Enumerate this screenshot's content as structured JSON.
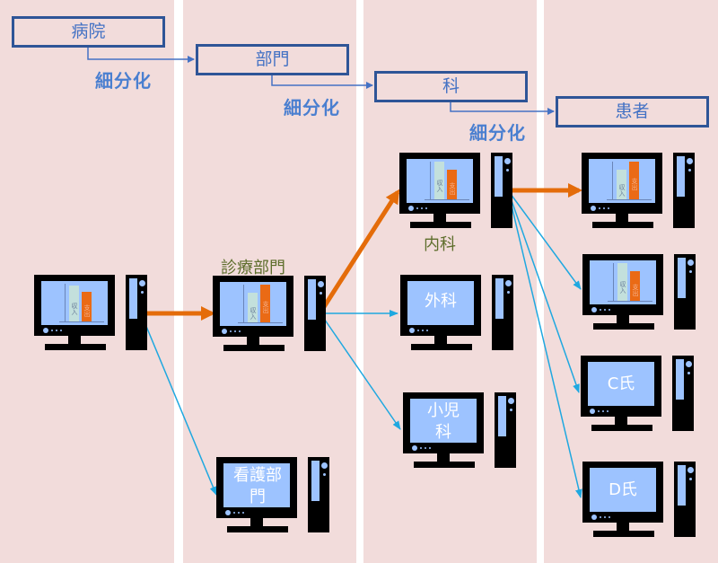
{
  "hierarchy": {
    "levels": [
      {
        "label": "病院"
      },
      {
        "label": "部門"
      },
      {
        "label": "科"
      },
      {
        "label": "患者"
      }
    ],
    "subdivide_label": "細分化"
  },
  "chart_legend": {
    "income_label": "収入",
    "expense_label": "支出"
  },
  "nodes": {
    "hospital": {
      "caption": ""
    },
    "clinical_dept": {
      "caption": "診療部門"
    },
    "nursing_dept": {
      "label": "看護部門"
    },
    "internal_medicine": {
      "caption": "内科"
    },
    "surgery": {
      "label": "外科"
    },
    "pediatrics": {
      "label": "小児科"
    },
    "patient_a": {
      "caption": ""
    },
    "patient_b": {
      "caption": ""
    },
    "patient_c": {
      "label": "C氏"
    },
    "patient_d": {
      "label": "D氏"
    }
  },
  "colors": {
    "panel_background": "#f2dcdb",
    "title_border": "#2f5597",
    "title_text": "#4472c4",
    "drilldown_arrow": "#e46c0a",
    "branch_arrow": "#1fa8e0",
    "screen": "#9dc3ff",
    "expense_bar": "#ea6a15",
    "income_bar": "#c3e0dc",
    "caption_text": "#5e6e2c"
  }
}
